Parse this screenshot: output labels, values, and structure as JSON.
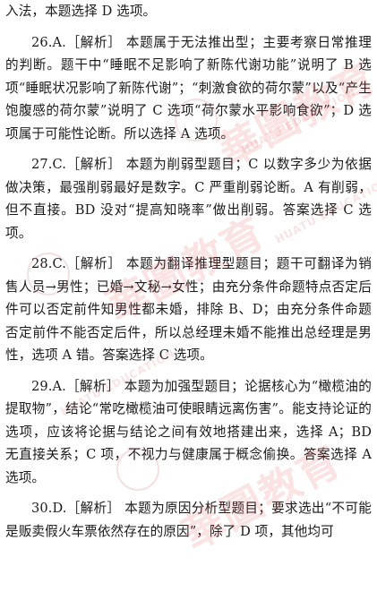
{
  "paragraphs": [
    {
      "id": "p0",
      "indent": false,
      "text": "入法，本题选择 D 选项。"
    },
    {
      "id": "p26",
      "indent": true,
      "text": "26.A.［解析］ 本题属于无法推出型；主要考察日常推理的判断。题干中“睡眠不足影响了新陈代谢功能”说明了 B 选项“睡眠状况影响了新陈代谢”；“刺激食欲的荷尔蒙”以及“产生饱腹感的荷尔蒙”说明了 C 选项“荷尔蒙水平影响食欲”；D 选项属于可能性论断。所以选择 A 选项。"
    },
    {
      "id": "p27",
      "indent": true,
      "text": "27.C.［解析］ 本题为削弱型题目；C 以数字多少为依据做决策，最强削弱最好是数字。C 严重削弱论断。A 有削弱，但不直接。BD 没对“提高知晓率”做出削弱。答案选择 C 选项。"
    },
    {
      "id": "p28",
      "indent": true,
      "text": "28.C.［解析］ 本题为翻译推理型题目；题干可翻译为销售人员→男性；已婚→文秘→女性；由充分条件命题特点否定后件可以否定前件知男性都未婚，排除 B、D；由充分条件命题否定前件不能否定后件，所以总经理未婚不能推出总经理是男性，选项 A 错。答案选择 C 选项。"
    },
    {
      "id": "p29",
      "indent": true,
      "text": "29.A.［解析］ 本题为加强型题目；论据核心为“橄榄油的提取物”，结论“常吃橄榄油可使眼睛远离伤害”。能支持论证的选项，应该将论据与结论之间有效地搭建出来，选择 A；BD 无直接关系；C 项，不视力与健康属于概念偷换。答案选择 A 选项。"
    },
    {
      "id": "p30",
      "indent": true,
      "text": "30.D.［解析］ 本题为原因分析型题目；要求选出“不可能是贩卖假火车票依然存在的原因”，除了 D 项，其他均可"
    }
  ],
  "watermark": {
    "brand": "华图教育",
    "latin": "HUATU EDUCATION"
  }
}
